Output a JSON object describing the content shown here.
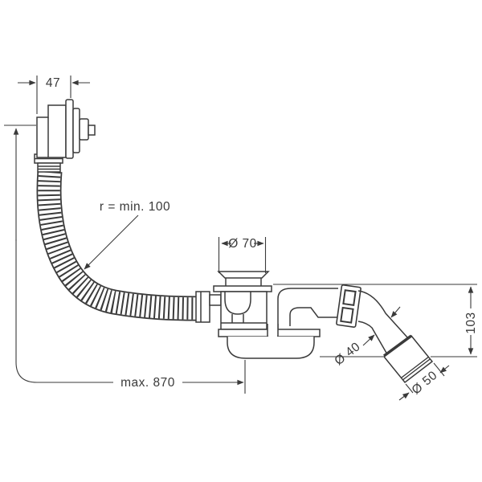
{
  "drawing": {
    "description": "Technical dimension drawing of a bathtub waste and overflow set: overflow fitting, corrugated flexible hose, waste trap with flange and cup, 45-degree outlet pipe with socket",
    "line_color": "#3a3a3a",
    "background_color": "#ffffff",
    "labels": {
      "overflow_depth": "47",
      "hose_bend_radius": "r = min. 100",
      "flange_diameter": "Ø 70",
      "pipe_diameter": "Ø 40",
      "socket_diameter": "Ø 50",
      "outlet_drop_height": "103",
      "max_hose_length": "max. 870"
    }
  }
}
